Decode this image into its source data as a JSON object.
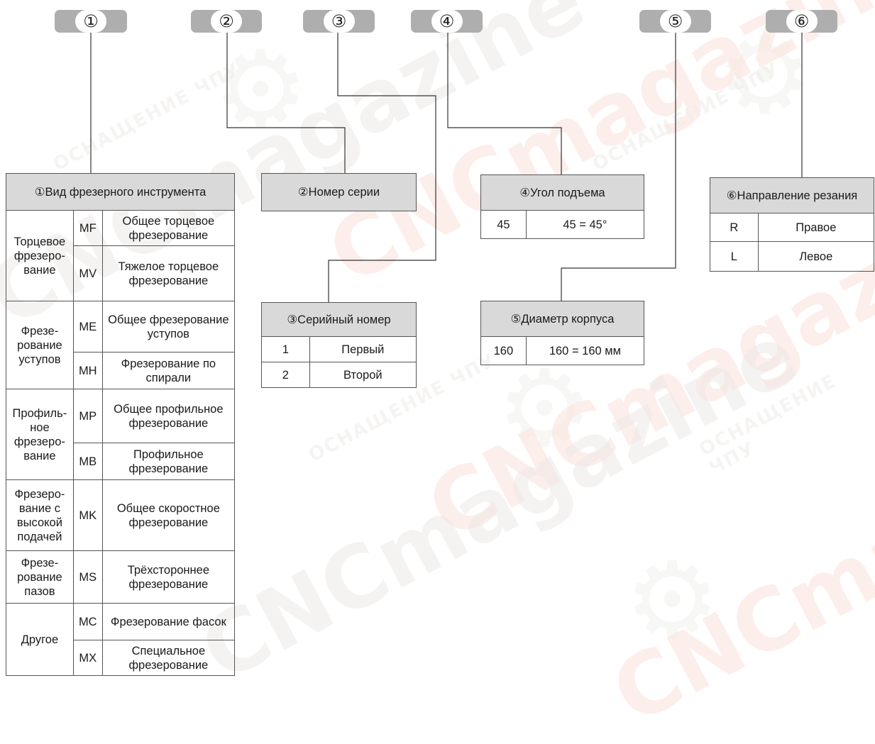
{
  "codes": [
    "①",
    "②",
    "③",
    "④",
    "⑤",
    "⑥"
  ],
  "sec1": {
    "title": "①Вид фрезерного инструмента",
    "groups": [
      {
        "name": "Торцевое фрезеро-вание",
        "items": [
          {
            "code": "MF",
            "desc": "Общее торцевое фрезерование"
          },
          {
            "code": "MV",
            "desc": "Тяжелое торцевое фрезерование"
          }
        ]
      },
      {
        "name": "Фрезе-рование уступов",
        "items": [
          {
            "code": "ME",
            "desc": "Общее фрезерование уступов"
          },
          {
            "code": "MH",
            "desc": "Фрезерование по спирали"
          }
        ]
      },
      {
        "name": "Профиль-ное фрезеро-вание",
        "items": [
          {
            "code": "MP",
            "desc": "Общее профильное фрезерование"
          },
          {
            "code": "MB",
            "desc": "Профильное фрезерование"
          }
        ]
      },
      {
        "name": "Фрезеро-вание с высокой подачей",
        "items": [
          {
            "code": "MK",
            "desc": "Общее скоростное фрезерование"
          }
        ]
      },
      {
        "name": "Фрезе-рование пазов",
        "items": [
          {
            "code": "MS",
            "desc": "Трёхстороннее фрезерование"
          }
        ]
      },
      {
        "name": "Другое",
        "items": [
          {
            "code": "MC",
            "desc": "Фрезерование фасок"
          },
          {
            "code": "MX",
            "desc": "Специальное фрезерование"
          }
        ]
      }
    ]
  },
  "sec2": {
    "title": "②Номер серии"
  },
  "sec3": {
    "title": "③Серийный номер",
    "rows": [
      {
        "code": "1",
        "desc": "Первый"
      },
      {
        "code": "2",
        "desc": "Второй"
      }
    ]
  },
  "sec4": {
    "title": "④Угол подъема",
    "rows": [
      {
        "code": "45",
        "desc": "45 = 45°"
      }
    ]
  },
  "sec5": {
    "title": "⑤Диаметр корпуса",
    "rows": [
      {
        "code": "160",
        "desc": "160 = 160 мм"
      }
    ]
  },
  "sec6": {
    "title": "⑥Направление резания",
    "rows": [
      {
        "code": "R",
        "desc": "Правое"
      },
      {
        "code": "L",
        "desc": "Левое"
      }
    ]
  },
  "watermark": {
    "brand": "CNCmagazine",
    "sub": "ОСНАЩЕНИЕ ЧПУ"
  },
  "colors": {
    "header_fill": "#d9d9d9",
    "pill": "#aeaeae",
    "border": "#555555"
  }
}
